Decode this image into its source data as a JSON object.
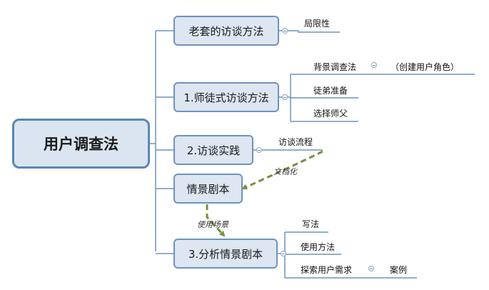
{
  "root": {
    "label": "用户调查法"
  },
  "branches": [
    {
      "label": "老套的访谈方法"
    },
    {
      "label": "1.师徒式访谈方法"
    },
    {
      "label": "2.访谈实践"
    },
    {
      "label": "情景剧本"
    },
    {
      "label": "3.分析情景剧本"
    }
  ],
  "leaves": {
    "limitation": "局限性",
    "background_research": "背景调查法",
    "create_persona": "（创建用户角色）",
    "apprentice_prep": "徒弟准备",
    "choose_master": "选择师父",
    "interview_flow": "访谈流程",
    "writing_method": "写法",
    "usage_method": "使用方法",
    "explore_needs": "探索用户需求",
    "case": "案例"
  },
  "relations": {
    "documentation": "文档化",
    "use_scenario": "使用场景"
  },
  "colors": {
    "line": "#6f93bd",
    "box_fill": "#dde6f1",
    "relation": "#76923c"
  }
}
